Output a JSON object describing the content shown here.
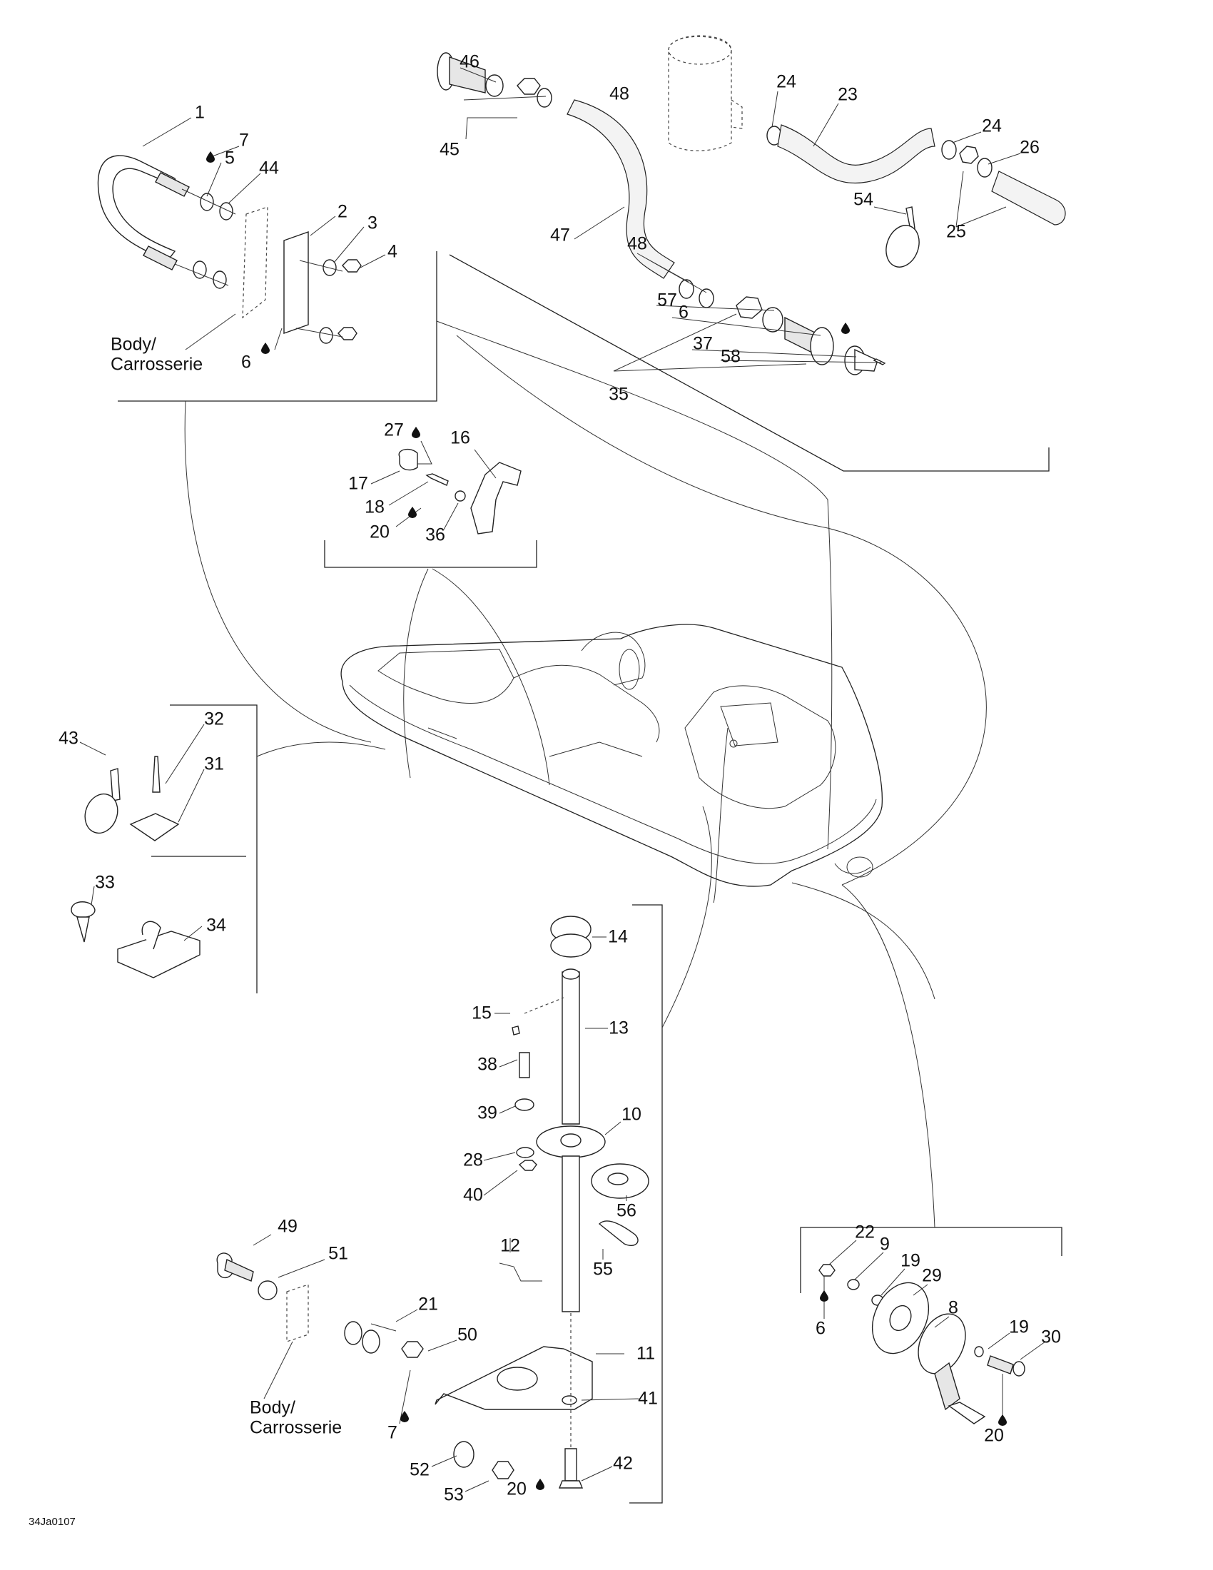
{
  "diagram": {
    "type": "exploded-parts-diagram",
    "subject": "Boat hull fittings (drain plug, bilge hose, steering column, tow eye)",
    "drawing_code": "34Ja0107",
    "body_label": "Body/",
    "body_label_fr": "Carrosserie",
    "loctite_icon": "droplet-icon",
    "callouts": [
      {
        "id": "c1",
        "text": "1"
      },
      {
        "id": "c7a",
        "text": "7"
      },
      {
        "id": "c5",
        "text": "5"
      },
      {
        "id": "c44",
        "text": "44"
      },
      {
        "id": "c2",
        "text": "2"
      },
      {
        "id": "c3",
        "text": "3"
      },
      {
        "id": "c4",
        "text": "4"
      },
      {
        "id": "c6a",
        "text": "6"
      },
      {
        "id": "c46",
        "text": "46"
      },
      {
        "id": "c48a",
        "text": "48"
      },
      {
        "id": "c45",
        "text": "45"
      },
      {
        "id": "c47",
        "text": "47"
      },
      {
        "id": "c48b",
        "text": "48"
      },
      {
        "id": "c57",
        "text": "57"
      },
      {
        "id": "c6b",
        "text": "6"
      },
      {
        "id": "c37",
        "text": "37"
      },
      {
        "id": "c58",
        "text": "58"
      },
      {
        "id": "c35",
        "text": "35"
      },
      {
        "id": "c24a",
        "text": "24"
      },
      {
        "id": "c23",
        "text": "23"
      },
      {
        "id": "c24b",
        "text": "24"
      },
      {
        "id": "c26",
        "text": "26"
      },
      {
        "id": "c54",
        "text": "54"
      },
      {
        "id": "c25",
        "text": "25"
      },
      {
        "id": "c27",
        "text": "27"
      },
      {
        "id": "c16",
        "text": "16"
      },
      {
        "id": "c17",
        "text": "17"
      },
      {
        "id": "c18",
        "text": "18"
      },
      {
        "id": "c20a",
        "text": "20"
      },
      {
        "id": "c36",
        "text": "36"
      },
      {
        "id": "c43",
        "text": "43"
      },
      {
        "id": "c32",
        "text": "32"
      },
      {
        "id": "c31",
        "text": "31"
      },
      {
        "id": "c33",
        "text": "33"
      },
      {
        "id": "c34",
        "text": "34"
      },
      {
        "id": "c14",
        "text": "14"
      },
      {
        "id": "c15",
        "text": "15"
      },
      {
        "id": "c13",
        "text": "13"
      },
      {
        "id": "c38",
        "text": "38"
      },
      {
        "id": "c39",
        "text": "39"
      },
      {
        "id": "c10",
        "text": "10"
      },
      {
        "id": "c28",
        "text": "28"
      },
      {
        "id": "c40",
        "text": "40"
      },
      {
        "id": "c56",
        "text": "56"
      },
      {
        "id": "c12",
        "text": "12"
      },
      {
        "id": "c55",
        "text": "55"
      },
      {
        "id": "c49",
        "text": "49"
      },
      {
        "id": "c51",
        "text": "51"
      },
      {
        "id": "c21",
        "text": "21"
      },
      {
        "id": "c50",
        "text": "50"
      },
      {
        "id": "c11",
        "text": "11"
      },
      {
        "id": "c7b",
        "text": "7"
      },
      {
        "id": "c41",
        "text": "41"
      },
      {
        "id": "c52",
        "text": "52"
      },
      {
        "id": "c53",
        "text": "53"
      },
      {
        "id": "c20b",
        "text": "20"
      },
      {
        "id": "c42",
        "text": "42"
      },
      {
        "id": "c22",
        "text": "22"
      },
      {
        "id": "c9",
        "text": "9"
      },
      {
        "id": "c19a",
        "text": "19"
      },
      {
        "id": "c29",
        "text": "29"
      },
      {
        "id": "c8",
        "text": "8"
      },
      {
        "id": "c6c",
        "text": "6"
      },
      {
        "id": "c19b",
        "text": "19"
      },
      {
        "id": "c30",
        "text": "30"
      },
      {
        "id": "c20c",
        "text": "20"
      }
    ]
  }
}
